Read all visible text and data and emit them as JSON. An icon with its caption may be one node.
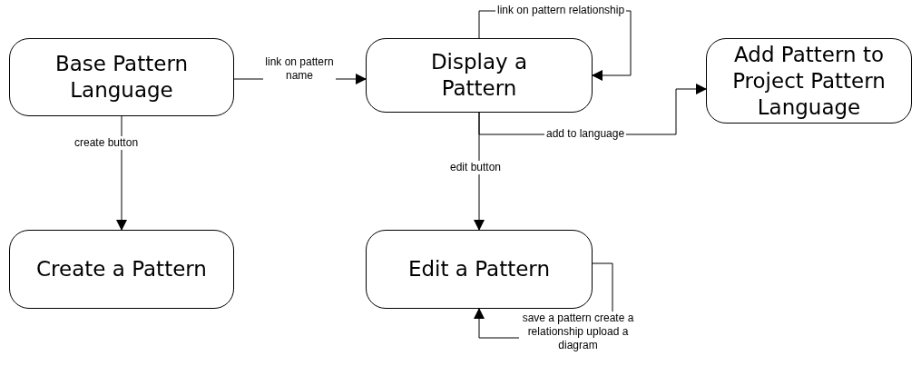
{
  "diagram": {
    "nodes": [
      {
        "text": [
          "Base Pattern Language"
        ]
      },
      {
        "text": [
          "Display a Pattern"
        ]
      },
      {
        "text": [
          "Add Pattern to Project Pattern Language"
        ]
      },
      {
        "text": [
          "Create a Pattern"
        ]
      },
      {
        "text": [
          "Edit a Pattern"
        ]
      }
    ],
    "edges": [
      {
        "from": 0,
        "to": 1,
        "arrow": "to",
        "label": "link on pattern name"
      },
      {
        "from": 1,
        "to": 1,
        "arrow": "to",
        "label": "link on pattern relationship"
      },
      {
        "from": 1,
        "to": 2,
        "arrow": "to",
        "label": "add to language"
      },
      {
        "from": 0,
        "to": 3,
        "arrow": "to",
        "label": "create button"
      },
      {
        "from": 1,
        "to": 4,
        "arrow": "to",
        "label": "edit button"
      },
      {
        "from": 4,
        "to": 4,
        "arrow": "to",
        "label": "save a pattern create a relationship upload a diagram"
      }
    ]
  }
}
